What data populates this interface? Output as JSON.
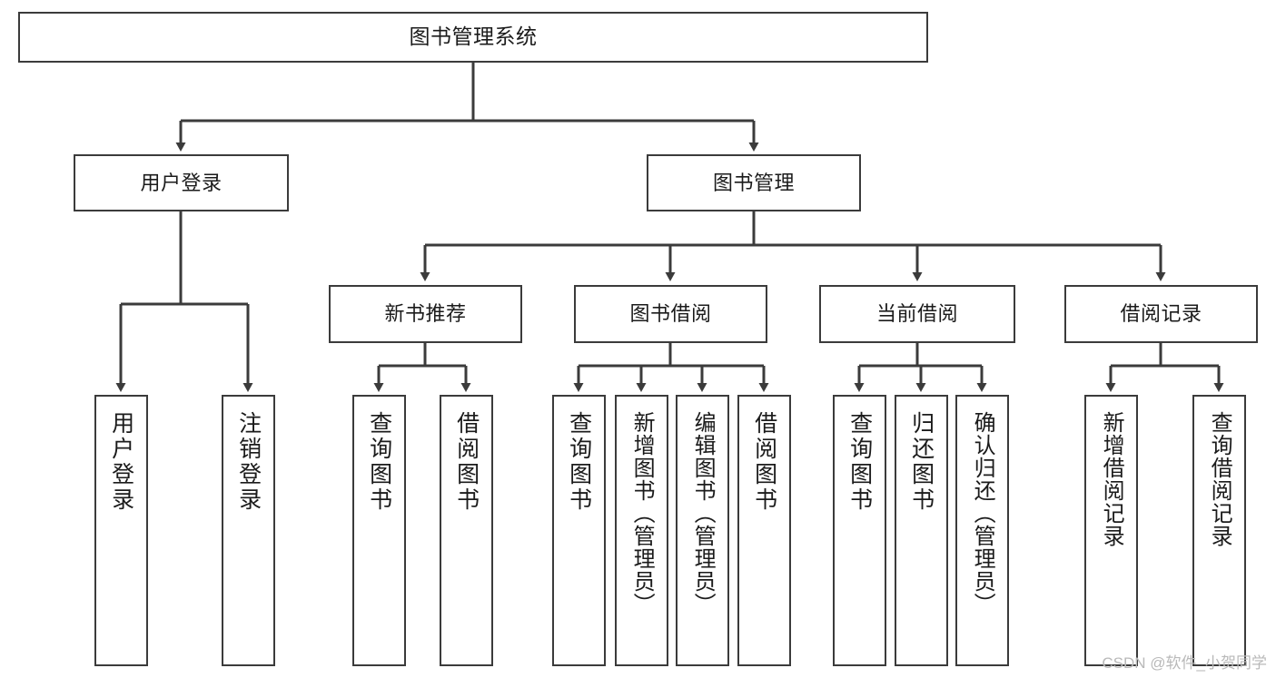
{
  "diagram": {
    "type": "tree-hierarchy",
    "title": "图书管理系统",
    "orientation": "top-down",
    "colors": {
      "background": "#ffffff",
      "node_fill": "#ffffff",
      "node_stroke": "#3b3b3b",
      "edge_stroke": "#3b3b3b",
      "text": "#1b1b1b",
      "watermark": "#b9b9b9"
    },
    "nodes": {
      "root": {
        "label": "图书管理系统"
      },
      "level1": [
        {
          "label": "用户登录"
        },
        {
          "label": "图书管理"
        }
      ],
      "level2": [
        {
          "label": "新书推荐"
        },
        {
          "label": "图书借阅"
        },
        {
          "label": "当前借阅"
        },
        {
          "label": "借阅记录"
        }
      ],
      "leaves": {
        "user_login": [
          {
            "label": "用户登录"
          },
          {
            "label": "注销登录"
          }
        ],
        "new_book_recommend": [
          {
            "label": "查询图书"
          },
          {
            "label": "借阅图书"
          }
        ],
        "book_borrow": [
          {
            "label": "查询图书"
          },
          {
            "label": "新增图书（管理员）"
          },
          {
            "label": "编辑图书（管理员）"
          },
          {
            "label": "借阅图书"
          }
        ],
        "current_borrow": [
          {
            "label": "查询图书"
          },
          {
            "label": "归还图书"
          },
          {
            "label": "确认归还（管理员）"
          }
        ],
        "borrow_record": [
          {
            "label": "新增借阅记录"
          },
          {
            "label": "查询借阅记录"
          }
        ]
      }
    },
    "watermark": "CSDN @软件_小贺同学"
  }
}
